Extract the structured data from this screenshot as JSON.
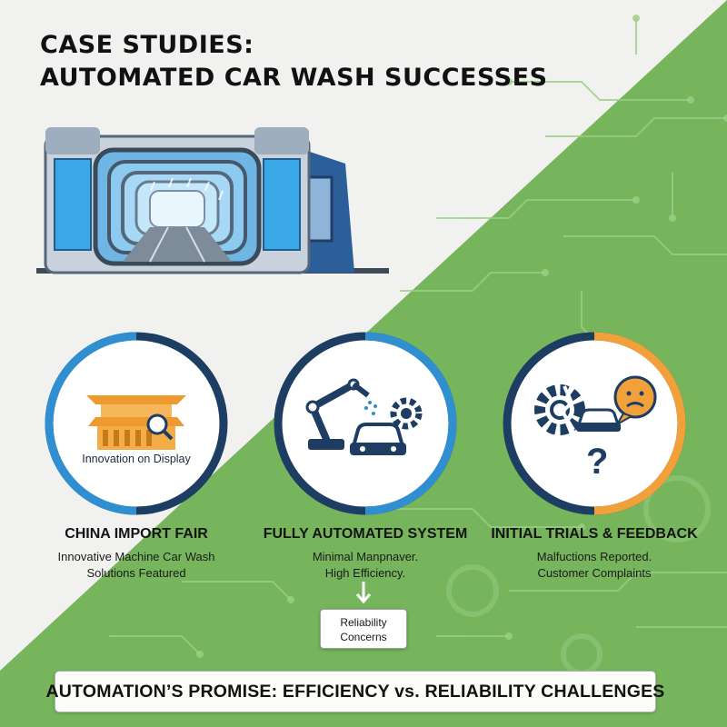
{
  "title": {
    "line1": "CASE STUDIES:",
    "line2": "AUTOMATED CAR WASH SUCCESSES"
  },
  "colors": {
    "green_bg": "#76b55c",
    "navy": "#1e3d63",
    "blue_accent": "#2f8fd0",
    "orange_accent": "#f2a03a",
    "temple_orange": "#ee9a2e"
  },
  "steps": [
    {
      "icon": "temple-with-magnifier-icon",
      "inner_label": "Innovation on Display",
      "heading": "CHINA IMPORT FAIR",
      "sub_line1": "Innovative Machine Car Wash",
      "sub_line2": "Solutions Featured"
    },
    {
      "icon": "robot-arm-car-gear-icon",
      "heading": "FULLY AUTOMATED SYSTEM",
      "sub_line1": "Minimal Manpnaver.",
      "sub_line2": "High Efficiency."
    },
    {
      "icon": "broken-gear-car-sad-face-icon",
      "heading": "INITIAL TRIALS & FEEDBACK",
      "sub_line1": "Malfuctions Reported.",
      "sub_line2": "Customer Complaints"
    }
  ],
  "callout": {
    "line1": "Reliability",
    "line2": "Concerns"
  },
  "banner": {
    "text": "AUTOMATION’S PROMISE: EFFICIENCY vs. RELIABILITY CHALLENGES"
  }
}
